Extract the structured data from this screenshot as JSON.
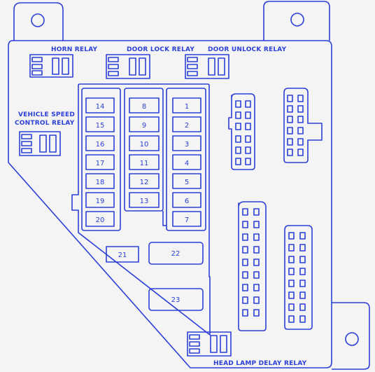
{
  "relays": {
    "horn": "HORN RELAY",
    "door_lock": "DOOR LOCK RELAY",
    "door_unlock": "DOOR UNLOCK RELAY",
    "vehicle_speed_line1": "VEHICLE SPEED",
    "vehicle_speed_line2": "CONTROL RELAY",
    "head_lamp_delay": "HEAD LAMP DELAY RELAY"
  },
  "fuses": {
    "col_left": [
      "14",
      "15",
      "16",
      "17",
      "18",
      "19",
      "20"
    ],
    "col_mid": [
      "8",
      "9",
      "10",
      "11",
      "12",
      "13"
    ],
    "col_right": [
      "1",
      "2",
      "3",
      "4",
      "5",
      "6",
      "7"
    ],
    "f21": "21",
    "f22": "22",
    "f23": "23"
  }
}
